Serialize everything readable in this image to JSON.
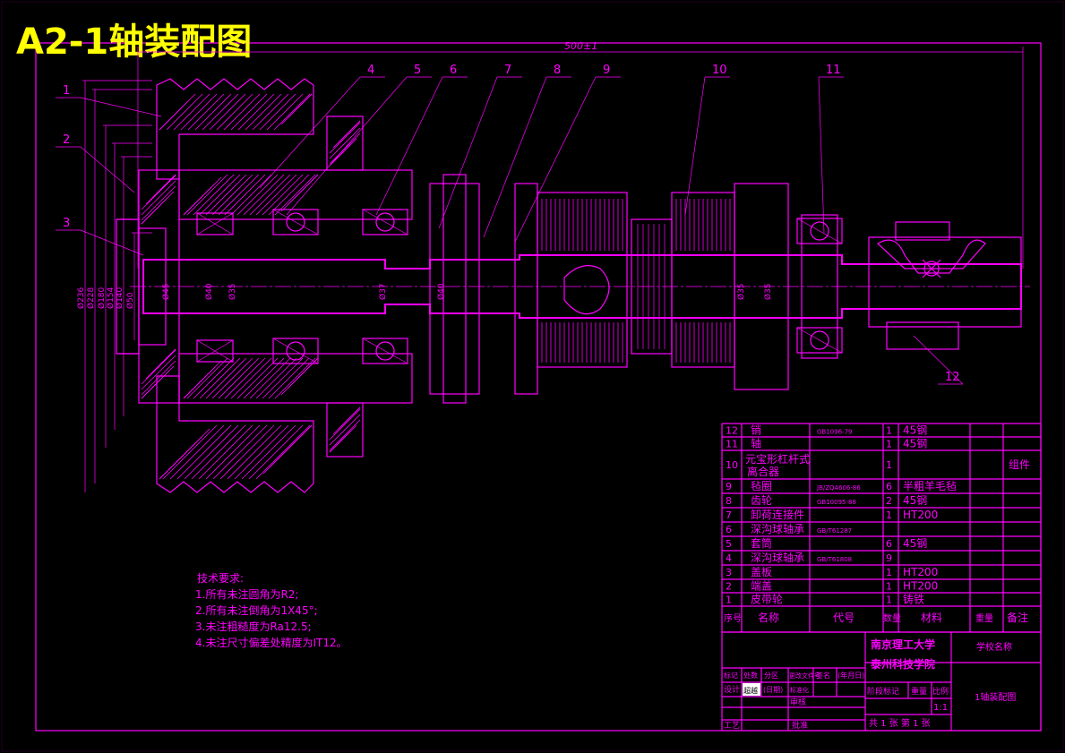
{
  "title": "A2-1轴装配图",
  "overall_dimension": "500±1",
  "balloons": [
    "1",
    "2",
    "3",
    "4",
    "5",
    "6",
    "7",
    "8",
    "9",
    "10",
    "11",
    "12"
  ],
  "diameter_labels": [
    "Ø236",
    "Ø228",
    "Ø180",
    "Ø154",
    "Ø140",
    "Ø50",
    "Ø45",
    "Ø40",
    "Ø35",
    "Ø37",
    "Ø40",
    "Ø35",
    "Ø35"
  ],
  "technical_requirements": {
    "heading": "技术要求:",
    "items": [
      "1.所有未注圆角为R2;",
      "2.所有未注倒角为1X45°;",
      "3.未注粗糙度为Ra12.5;",
      "4.未注尺寸偏差处精度为IT12。"
    ]
  },
  "bom": {
    "rows": [
      {
        "no": "12",
        "name": "销",
        "code": "GB1096-79",
        "qty": "1",
        "material": "45钢",
        "weight": "",
        "remark": ""
      },
      {
        "no": "11",
        "name": "轴",
        "code": "",
        "qty": "1",
        "material": "45钢",
        "weight": "",
        "remark": ""
      },
      {
        "no": "10",
        "name": "元宝形杠杆式离合器",
        "code": "",
        "qty": "1",
        "material": "",
        "weight": "",
        "remark": "组件"
      },
      {
        "no": "9",
        "name": "毡圈",
        "code": "JB/ZQ4606-86",
        "qty": "6",
        "material": "半粗羊毛毡",
        "weight": "",
        "remark": ""
      },
      {
        "no": "8",
        "name": "齿轮",
        "code": "GB10095-88",
        "qty": "2",
        "material": "45钢",
        "weight": "",
        "remark": ""
      },
      {
        "no": "7",
        "name": "卸荷连接件",
        "code": "",
        "qty": "1",
        "material": "HT200",
        "weight": "",
        "remark": ""
      },
      {
        "no": "6",
        "name": "深沟球轴承",
        "code": "GB/T61287",
        "qty": "",
        "material": "",
        "weight": "",
        "remark": ""
      },
      {
        "no": "5",
        "name": "套筒",
        "code": "",
        "qty": "6",
        "material": "45钢",
        "weight": "",
        "remark": ""
      },
      {
        "no": "4",
        "name": "深沟球轴承",
        "code": "GB/T61808",
        "qty": "9",
        "material": "",
        "weight": "",
        "remark": ""
      },
      {
        "no": "3",
        "name": "盖板",
        "code": "",
        "qty": "1",
        "material": "HT200",
        "weight": "",
        "remark": ""
      },
      {
        "no": "2",
        "name": "端盖",
        "code": "",
        "qty": "1",
        "material": "HT200",
        "weight": "",
        "remark": ""
      },
      {
        "no": "1",
        "name": "皮带轮",
        "code": "",
        "qty": "1",
        "material": "铸铁",
        "weight": "",
        "remark": ""
      }
    ],
    "headers": {
      "no": "序号",
      "name": "名称",
      "code": "代号",
      "qty": "数量",
      "material": "材料",
      "weight": "重量",
      "remark": "备注"
    }
  },
  "title_block": {
    "school_line1": "南京理工大学",
    "school_line2": "泰州科技学院",
    "school_name_label": "学校名称",
    "drawing_name": "1轴装配图",
    "stage_mark": "阶段标记",
    "weight_label": "重量",
    "scale_label": "比例",
    "scale": "1:1",
    "sheets": "共 1 张  第 1 张",
    "row_labels": [
      "标记",
      "处数",
      "分区",
      "更改文件号",
      "签名",
      "(年月日)"
    ],
    "designer": "设计",
    "standardize": "标准化",
    "date1": "(日期)",
    "audit": "审核",
    "process": "工艺",
    "approve": "批准",
    "redacted": "超越"
  },
  "colors": {
    "line": "#ff00ff",
    "title": "#ffff00",
    "table_text": "#ff00ff",
    "frame": "#ffffff"
  }
}
